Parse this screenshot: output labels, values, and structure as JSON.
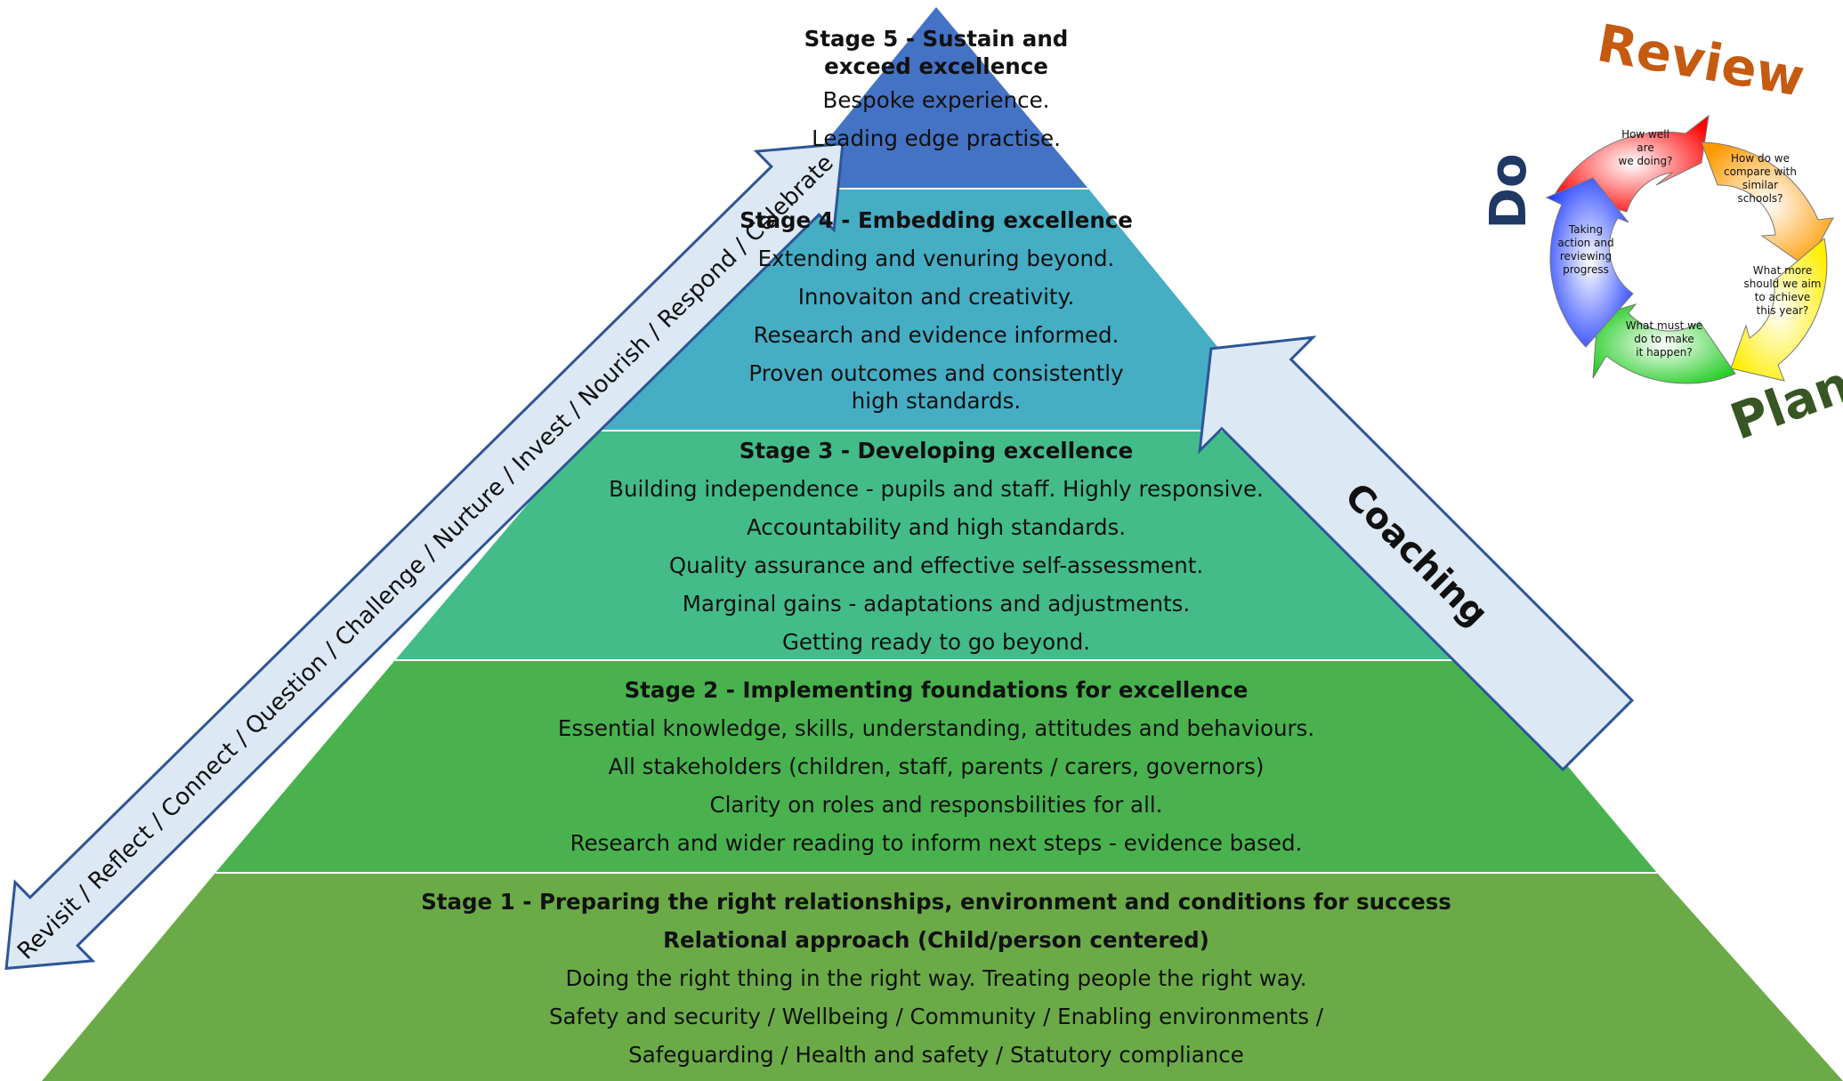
{
  "stages": [
    {
      "title": "Stage 5 - Sustain and exceed excellence",
      "lines": [
        "Bespoke experience.",
        "Leading edge practise."
      ],
      "color": "#4472c4"
    },
    {
      "title": "Stage 4 - Embedding excellence",
      "lines": [
        "Extending and venuring beyond.",
        "Innovaiton and creativity.",
        "Research and evidence informed.",
        "Proven outcomes and consistently high standards."
      ],
      "color": "#45adc4"
    },
    {
      "title": "Stage 3 - Developing excellence",
      "lines": [
        "Building independence - pupils and staff.  Highly responsive.",
        "Accountability and high standards.",
        "Quality assurance and effective self-assessment.",
        "Marginal gains - adaptations and adjustments.",
        "Getting ready to go beyond."
      ],
      "color": "#43bc8a"
    },
    {
      "title": "Stage 2 - Implementing foundations for excellence",
      "lines": [
        "Essential knowledge, skills, understanding, attitudes and behaviours.",
        "All stakeholders (children, staff, parents / carers, governors)",
        "Clarity on roles and responsbilities for all.",
        "Research and wider reading to inform next steps - evidence based."
      ],
      "color": "#49b24e"
    },
    {
      "title": "Stage 1 - Preparing the right relationships, environment and conditions for success",
      "subtitle": "Relational approach (Child/person centered)",
      "lines": [
        "Doing the right thing in the right way.  Treating people the right way.",
        "Safety and security / Wellbeing / Community / Enabling environments /",
        "Safeguarding / Health and safety / Statutory compliance"
      ],
      "color": "#6aab48"
    }
  ],
  "left_arrow": {
    "text": "Revisit / Reflect / Connect / Question / Challenge / Nurture / Invest / Nourish / Respond / Celebrate",
    "color": "#dce8f4"
  },
  "right_arrow": {
    "text": "Coaching",
    "color": "#dce8f4"
  },
  "cycle": {
    "labels": {
      "review": "Review",
      "do": "Do",
      "plan": "Plan"
    },
    "label_colors": {
      "review": "#c55a11",
      "do": "#1f3864",
      "plan": "#375623"
    },
    "segments": [
      {
        "text": "How well are we doing?",
        "color": "#ff0000"
      },
      {
        "text": "How do we compare with similar schools?",
        "color": "#ff9900"
      },
      {
        "text": "What more should we aim to achieve this year?",
        "color": "#ffee00"
      },
      {
        "text": "What must we do to make it happen?",
        "color": "#22cc22"
      },
      {
        "text": "Taking action and reviewing progress",
        "color": "#1f3cff"
      }
    ]
  }
}
